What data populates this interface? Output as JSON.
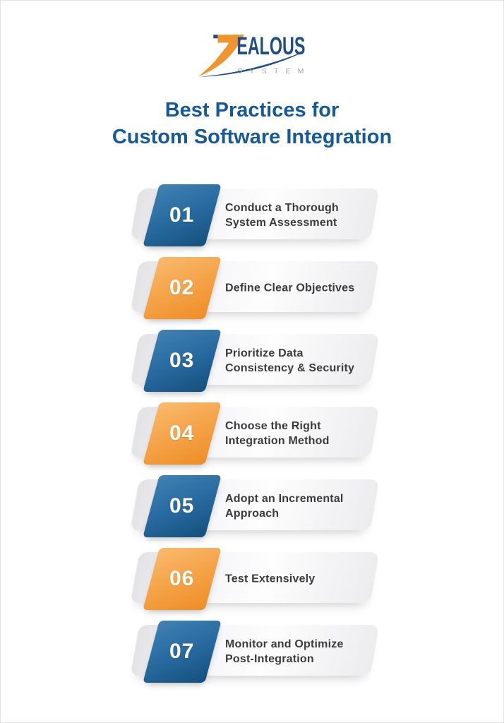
{
  "logo": {
    "brand": "ZEALOUS",
    "brand_glyph": "Z",
    "brand_rest": "EALOUS",
    "subtitle": "SYSTEM"
  },
  "title": {
    "line1": "Best Practices for",
    "line2": "Custom Software Integration"
  },
  "items": [
    {
      "number": "01",
      "lines": [
        "Conduct a Thorough",
        "System Assessment"
      ],
      "accent": "blue"
    },
    {
      "number": "02",
      "lines": [
        "Define Clear Objectives"
      ],
      "accent": "orange"
    },
    {
      "number": "03",
      "lines": [
        "Prioritize Data",
        "Consistency & Security"
      ],
      "accent": "blue"
    },
    {
      "number": "04",
      "lines": [
        "Choose the Right",
        "Integration Method"
      ],
      "accent": "orange"
    },
    {
      "number": "05",
      "lines": [
        "Adopt an Incremental",
        "Approach"
      ],
      "accent": "blue"
    },
    {
      "number": "06",
      "lines": [
        "Test Extensively"
      ],
      "accent": "orange"
    },
    {
      "number": "07",
      "lines": [
        "Monitor and Optimize",
        "Post-Integration"
      ],
      "accent": "blue"
    }
  ],
  "colors": {
    "title_text": "#14599a",
    "item_text": "#3b3b3b",
    "blue_badge_start": "#4181b3",
    "blue_badge_end": "#14507e",
    "orange_badge_start": "#f9ba6d",
    "orange_badge_end": "#ee8d26",
    "bar_gray": "#ececee",
    "logo_blue": "#1d4e85",
    "logo_orange": "#f0952d",
    "logo_gray": "#9ba1a8"
  }
}
